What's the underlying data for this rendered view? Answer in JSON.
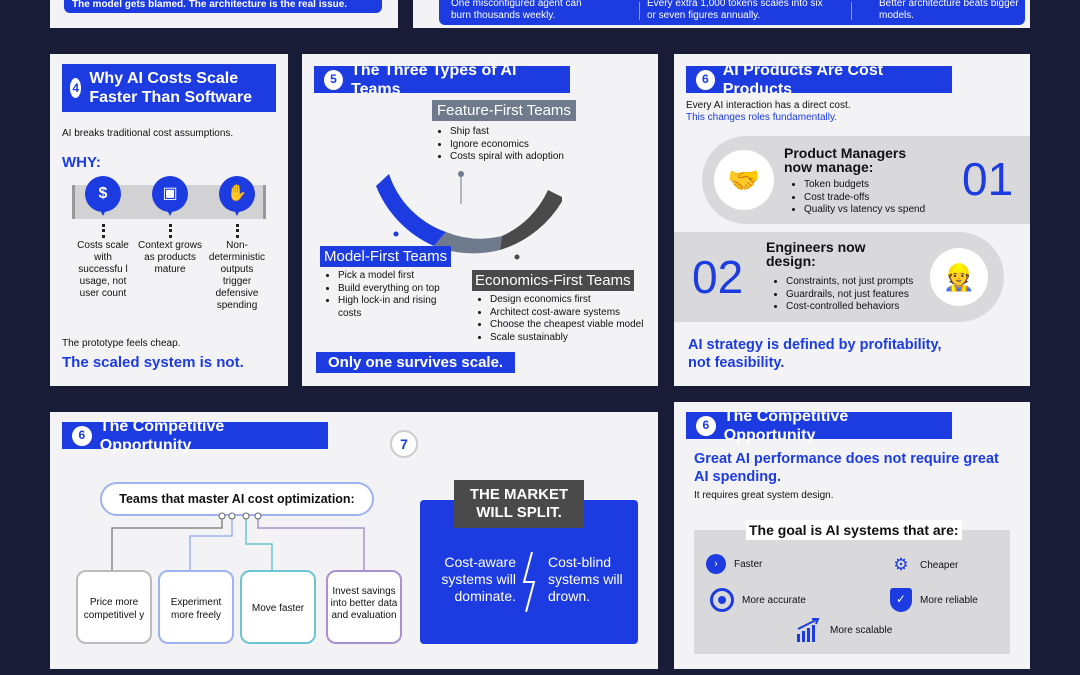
{
  "top": {
    "left_box_text": "The model gets blamed. The architecture is the real issue.",
    "mid1_text": "One misconfigured agent can burn thousands weekly.",
    "mid2_text": "Every extra 1,000 tokens scales into six or seven figures annually.",
    "right_text": "Better architecture beats bigger models."
  },
  "p4": {
    "num": "4",
    "title": "Why AI Costs Scale Faster Than Software",
    "intro": "AI breaks traditional cost assumptions.",
    "why": "WHY:",
    "items": [
      {
        "icon": "money-icon",
        "text": "Costs scale with successfu l usage, not user count"
      },
      {
        "icon": "context-box-icon",
        "text": "Context grows as products mature"
      },
      {
        "icon": "hand-coins-icon",
        "text": "Non-deterministic outputs trigger defensive spending"
      }
    ],
    "foot1": "The prototype feels cheap.",
    "foot2": "The scaled system is not."
  },
  "p5": {
    "num": "5",
    "title": "The Three Types of AI Teams",
    "feature": {
      "title": "Feature-First Teams",
      "bullets": [
        "Ship fast",
        "Ignore economics",
        "Costs spiral with adoption"
      ]
    },
    "model": {
      "title": "Model-First Teams",
      "bullets": [
        "Pick a model first",
        "Build everything on top",
        "High lock-in and rising costs"
      ]
    },
    "econ": {
      "title": "Economics-First Teams",
      "bullets": [
        "Design economics first",
        "Architect cost-aware systems",
        "Choose the cheapest viable model",
        "Scale sustainably"
      ]
    },
    "footer": "Only one survives scale."
  },
  "p6a": {
    "num": "6",
    "title": "AI Products Are Cost Products",
    "line1": "Every AI interaction has a direct cost.",
    "line2": "This changes roles fundamentally.",
    "pm": {
      "title": "Product Managers now manage:",
      "bullets": [
        "Token budgets",
        "Cost trade-offs",
        "Quality vs latency vs spend"
      ],
      "num": "01"
    },
    "eng": {
      "title": "Engineers now design:",
      "bullets": [
        "Constraints, not just prompts",
        "Guardrails, not just features",
        "Cost-controlled behaviors"
      ],
      "num": "02"
    },
    "footer": "AI strategy is defined by profitability, not feasibility."
  },
  "p6b": {
    "num": "6",
    "title": "The Competitive Opportunity",
    "seven": "7",
    "root": "Teams that master AI cost optimization:",
    "leaves": [
      "Price more competitivel y",
      "Experiment more freely",
      "Move faster",
      "Invest savings into better data and evaluation"
    ],
    "market_title": "THE MARKET WILL SPLIT.",
    "left_claim": "Cost-aware systems will dominate.",
    "right_claim": "Cost-blind systems will drown."
  },
  "p6c": {
    "num": "6",
    "title": "The Competitive Opportunity",
    "headline": "Great AI performance does not require great AI spending.",
    "sub": "It requires great system design.",
    "goal": "The goal is AI systems that are:",
    "attrs": [
      {
        "icon": "speed-icon",
        "label": "Faster"
      },
      {
        "icon": "cheaper-icon",
        "label": "Cheaper"
      },
      {
        "icon": "target-icon",
        "label": "More accurate"
      },
      {
        "icon": "shield-check-icon",
        "label": "More reliable"
      },
      {
        "icon": "growth-chart-icon",
        "label": "More scalable"
      }
    ]
  },
  "colors": {
    "blue": "#1c3be0",
    "navy": "#181c36",
    "panel": "#f3f3f5",
    "slate": "#6f7a8c",
    "dark": "#4a4a4a"
  }
}
